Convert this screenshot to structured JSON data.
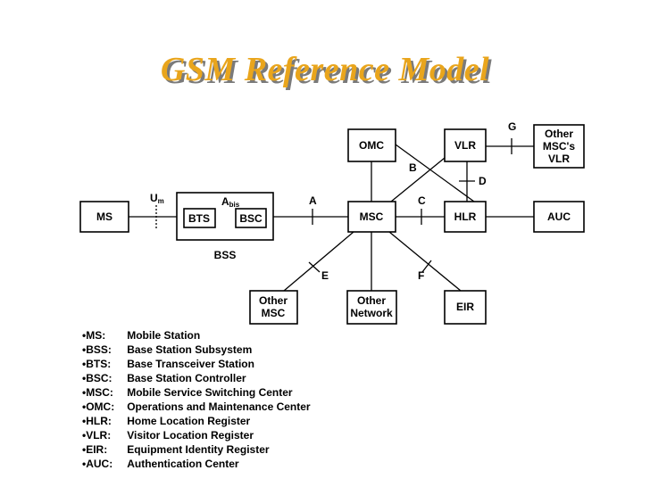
{
  "title": "GSM Reference Model",
  "diagram": {
    "boxes": {
      "ms": "MS",
      "bts": "BTS",
      "bsc": "BSC",
      "bss": "BSS",
      "omc": "OMC",
      "vlr": "VLR",
      "other_vlr": [
        "Other",
        "MSC's",
        "VLR"
      ],
      "msc": "MSC",
      "hlr": "HLR",
      "auc": "AUC",
      "other_msc": [
        "Other",
        "MSC"
      ],
      "other_network": [
        "Other",
        "Network"
      ],
      "eir": "EIR"
    },
    "interfaces": {
      "um": "U",
      "um_sub": "m",
      "abis": "A",
      "abis_sub": "bis",
      "a": "A",
      "b": "B",
      "c": "C",
      "d": "D",
      "e": "E",
      "f": "F",
      "g": "G"
    }
  },
  "legend": [
    {
      "abbr": "MS:",
      "full": "Mobile Station"
    },
    {
      "abbr": "BSS:",
      "full": "Base Station Subsystem"
    },
    {
      "abbr": "BTS:",
      "full": "Base Transceiver Station"
    },
    {
      "abbr": "BSC:",
      "full": "Base Station Controller"
    },
    {
      "abbr": "MSC:",
      "full": "Mobile Service Switching Center"
    },
    {
      "abbr": "OMC:",
      "full": "Operations and Maintenance Center"
    },
    {
      "abbr": "HLR:",
      "full": "Home Location Register"
    },
    {
      "abbr": "VLR:",
      "full": "Visitor Location Register"
    },
    {
      "abbr": "EIR:",
      "full": "Equipment Identity Register"
    },
    {
      "abbr": "AUC:",
      "full": "Authentication Center"
    }
  ]
}
